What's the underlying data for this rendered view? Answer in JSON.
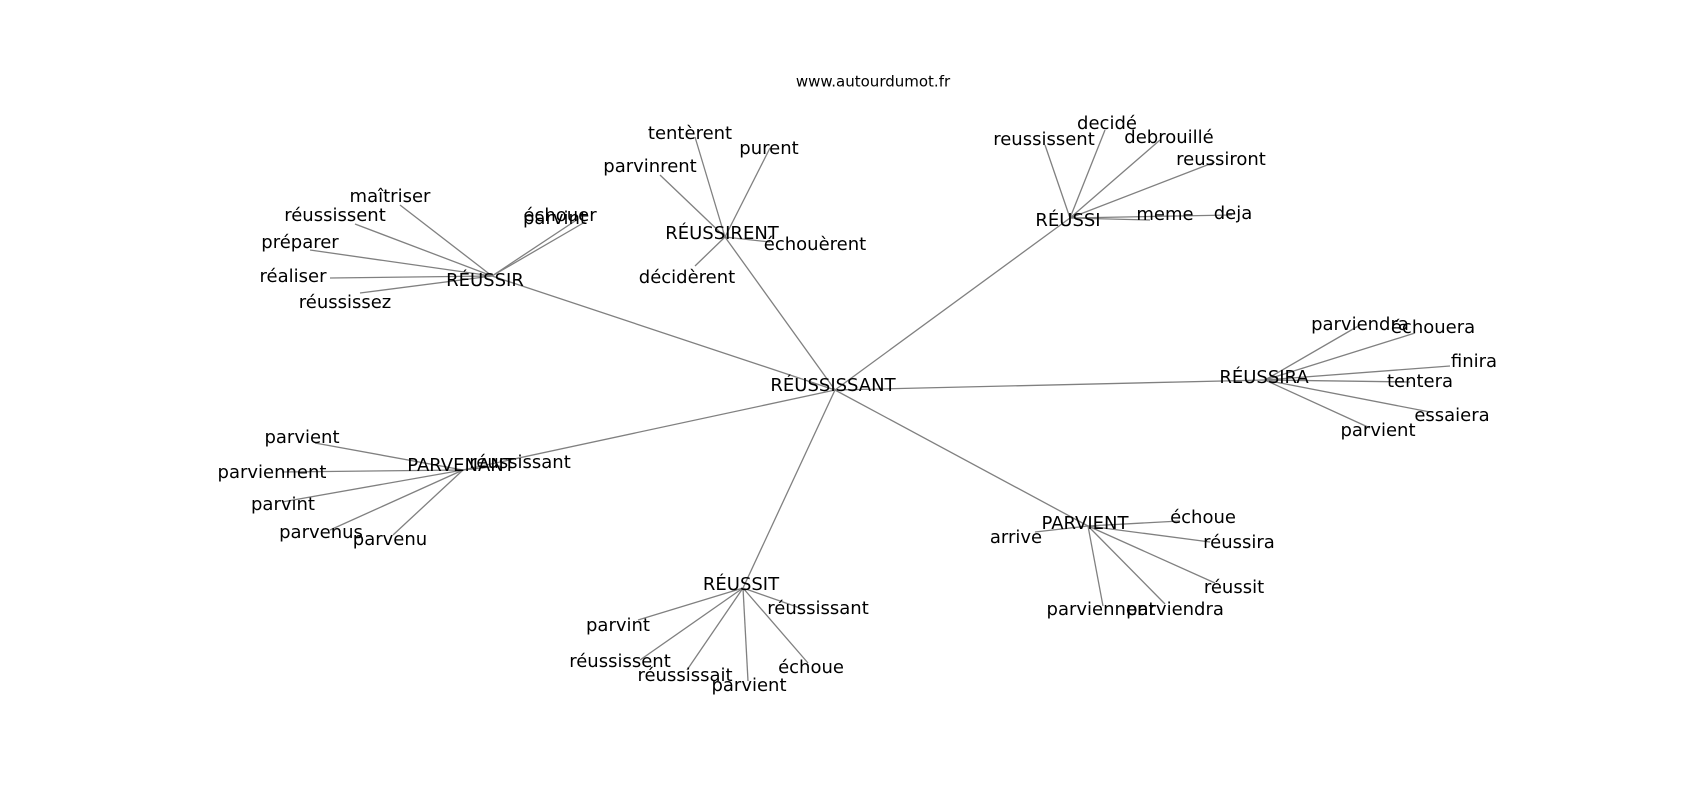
{
  "source": "www.autourdumot.fr",
  "center": "RÉUSSISSANT",
  "hubs": [
    {
      "label": "RÉUSSIR",
      "words": [
        "maîtriser",
        "réussissent",
        "préparer",
        "réaliser",
        "réussissez",
        "parvint",
        "échouer"
      ]
    },
    {
      "label": "RÉUSSIRENT",
      "words": [
        "tentèrent",
        "purent",
        "parvinrent",
        "échouèrent",
        "décidèrent"
      ]
    },
    {
      "label": "RÉUSSI",
      "words": [
        "decidé",
        "reussissent",
        "debrouillé",
        "reussiront",
        "meme",
        "deja"
      ]
    },
    {
      "label": "RÉUSSIRA",
      "words": [
        "parviendra",
        "échouera",
        "finira",
        "tentera",
        "essaiera",
        "parvient"
      ]
    },
    {
      "label": "PARVIENT",
      "words": [
        "arrive",
        "échoue",
        "réussira",
        "réussit",
        "parviennent",
        "parviendra"
      ]
    },
    {
      "label": "RÉUSSIT",
      "words": [
        "parvint",
        "réussissant",
        "réussissent",
        "réussissait",
        "parvient",
        "échoue"
      ]
    },
    {
      "label": "PARVENANT",
      "words": [
        "parvient",
        "réussissant",
        "parviennent",
        "parvint",
        "parvenus",
        "parvenu"
      ]
    }
  ]
}
